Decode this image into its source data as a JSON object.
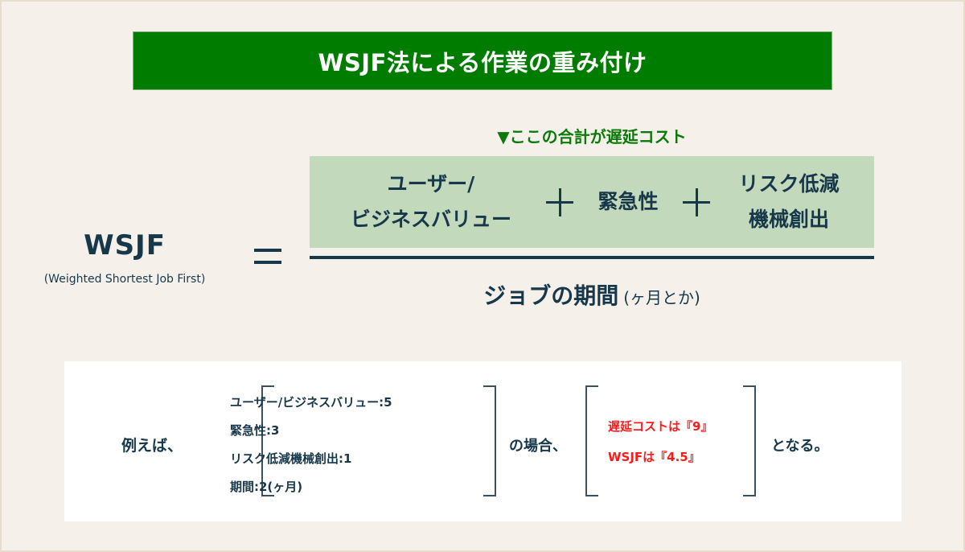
{
  "title": "WSJF法による作業の重み付け",
  "colors": {
    "background": "#f5f1ea",
    "title_bg": "#007d00",
    "title_text": "#ffffff",
    "numerator_bg": "#c3d9bc",
    "note_text": "#0b7a0b",
    "primary_text": "#17384a",
    "highlight_red": "#ff1a1a",
    "card_bg": "#ffffff"
  },
  "formula": {
    "lhs": {
      "acronym": "WSJF",
      "full_name": "(Weighted Shortest Job First)"
    },
    "equals_symbol": "=",
    "cost_of_delay_note": "▼ここの合計が遅延コスト",
    "numerator_terms": [
      {
        "line1": "ユーザー/",
        "line2": "ビジネスバリュー"
      },
      {
        "line1": "緊急性",
        "line2": ""
      },
      {
        "line1": "リスク低減",
        "line2": "機械創出"
      }
    ],
    "operator": "+",
    "denominator": {
      "main": "ジョブの期間",
      "sub": "(ヶ月とか)"
    }
  },
  "example": {
    "lead": "例えば、",
    "inputs": [
      "ユーザー/ビジネスバリュー:5",
      "緊急性:3",
      "リスク低減機械創出:1",
      "期間:2(ヶ月)"
    ],
    "middle": "の場合、",
    "results": [
      "遅延コストは『9』",
      "WSJFは『4.5』"
    ],
    "tail": "となる。"
  }
}
